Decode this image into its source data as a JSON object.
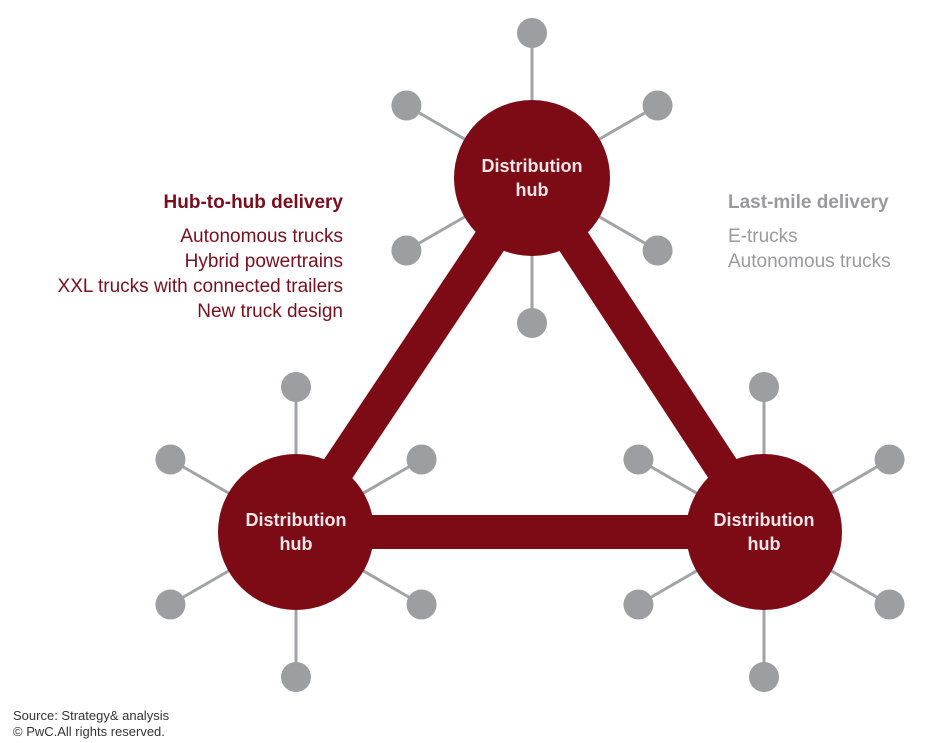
{
  "colors": {
    "hub": "#7d0b16",
    "satellite": "#9d9ea2",
    "spoke": "#a2a3a6",
    "hub_text": "#f3e6e8",
    "hub_to_hub_text": "#7a0e1c",
    "last_mile_text": "#9a9a9d"
  },
  "hubs": [
    {
      "id": "top",
      "label_line1": "Distribution",
      "label_line2": "hub"
    },
    {
      "id": "left",
      "label_line1": "Distribution",
      "label_line2": "hub"
    },
    {
      "id": "right",
      "label_line1": "Distribution",
      "label_line2": "hub"
    }
  ],
  "connections": [
    [
      "top",
      "left"
    ],
    [
      "top",
      "right"
    ],
    [
      "left",
      "right"
    ]
  ],
  "satellites_per_hub": 6,
  "hub_to_hub": {
    "title": "Hub-to-hub delivery",
    "items": [
      "Autonomous trucks",
      "Hybrid powertrains",
      "XXL trucks with connected trailers",
      "New truck design"
    ]
  },
  "last_mile": {
    "title": "Last-mile delivery",
    "items": [
      "E-trucks",
      "Autonomous trucks"
    ]
  },
  "footer": {
    "source": "Source: Strategy& analysis",
    "copyright": "© PwC.All rights reserved."
  }
}
